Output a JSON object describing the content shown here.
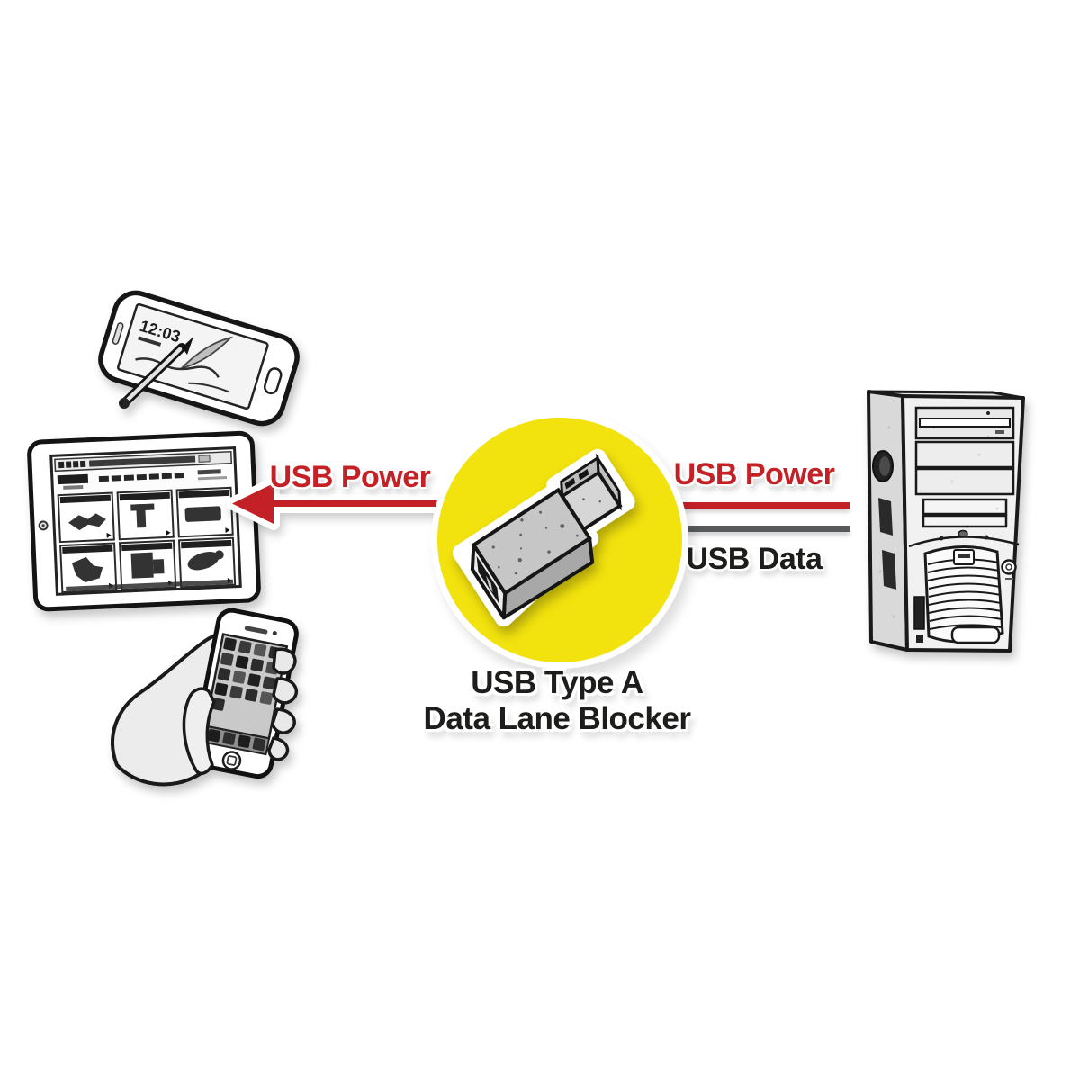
{
  "diagram": {
    "caption": {
      "line1": "USB Type A",
      "line2": "Data Lane Blocker"
    },
    "labels": {
      "left_power": "USB Power",
      "right_power": "USB Power",
      "right_data": "USB Data"
    },
    "devices": {
      "phone_clock": "12:03"
    },
    "icons": {
      "usb_power_arrow_left": "red arrow pointing left",
      "usb_power_line_right": "red line",
      "usb_data_line_right": "gray line",
      "smartphone_stylus": "sketched phone with stylus",
      "tablet": "sketched tablet showing webshop",
      "hand_smartphone": "sketched hand holding smartphone",
      "usb_adapter": "USB type A adapter in yellow circle",
      "pc_tower": "sketched desktop tower PC"
    },
    "colors": {
      "power_red": "#c42127",
      "data_gray": "#58595b",
      "highlight_yellow": "#f2e20e",
      "text_black": "#1d1d1b",
      "background": "#ffffff"
    }
  }
}
